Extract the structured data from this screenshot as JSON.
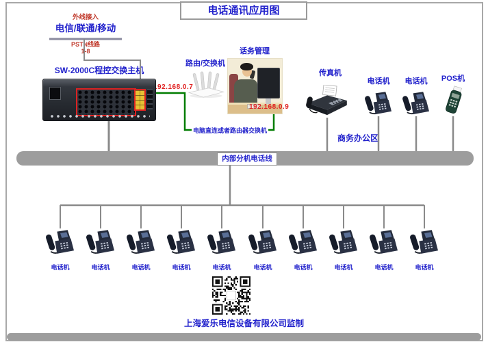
{
  "title": "电话通讯应用图",
  "external_access": {
    "heading": "外线接入",
    "carriers": "电信/联通/移动",
    "line_type": "PSTN线路",
    "line_range": "1-8"
  },
  "pbx": {
    "label": "SW-2000C程控交换主机"
  },
  "network": {
    "pbx_ip": "192.168.0.7",
    "operator_ip": "192.168.0.9",
    "lan_note": "电脑直连或者路由器交换机"
  },
  "router": {
    "label": "路由/交换机"
  },
  "operator": {
    "label": "话务管理"
  },
  "office": {
    "area_label": "商务办公区",
    "devices": [
      {
        "type": "fax",
        "label": "传真机"
      },
      {
        "type": "phone",
        "label": "电话机"
      },
      {
        "type": "phone",
        "label": "电话机"
      },
      {
        "type": "pos",
        "label": "POS机"
      }
    ]
  },
  "bus": {
    "label": "内部分机电话线"
  },
  "extensions": {
    "phones": [
      {
        "label": "电话机"
      },
      {
        "label": "电话机"
      },
      {
        "label": "电话机"
      },
      {
        "label": "电话机"
      },
      {
        "label": "电话机"
      },
      {
        "label": "电话机"
      },
      {
        "label": "电话机"
      },
      {
        "label": "电话机"
      },
      {
        "label": "电话机"
      },
      {
        "label": "电话机"
      }
    ]
  },
  "footer": {
    "publisher": "上海爱乐电信设备有限公司监制"
  },
  "colors": {
    "accent_blue": "#2222cc",
    "alert_red": "#e02020",
    "line_green": "#007c00",
    "wire_gray": "#8a8a8a",
    "bar_gray": "#9d9d9d"
  }
}
